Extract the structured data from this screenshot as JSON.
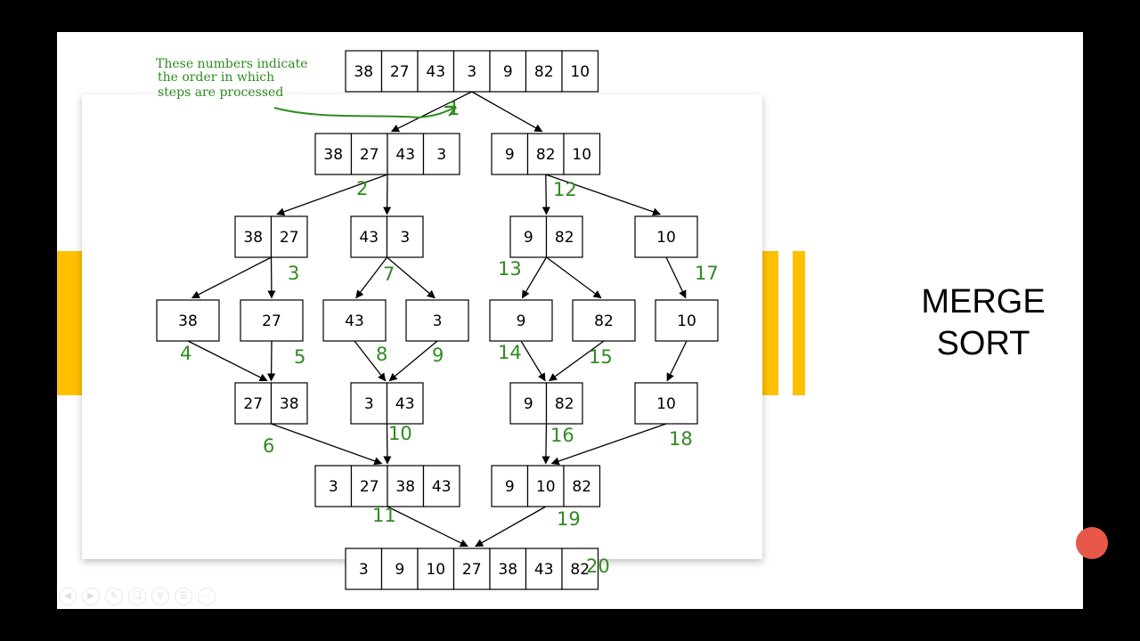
{
  "title": {
    "line1": "MERGE",
    "line2": "SORT"
  },
  "annotation": {
    "lines": [
      "These numbers indicate",
      "the order in which",
      "steps are processed"
    ]
  },
  "diagram": {
    "nodes": [
      {
        "id": "n1",
        "values": [
          "38",
          "27",
          "43",
          "3",
          "9",
          "82",
          "10"
        ],
        "step": "1"
      },
      {
        "id": "n2",
        "values": [
          "38",
          "27",
          "43",
          "3"
        ],
        "step": "2"
      },
      {
        "id": "n12",
        "values": [
          "9",
          "82",
          "10"
        ],
        "step": "12"
      },
      {
        "id": "n3",
        "values": [
          "38",
          "27"
        ],
        "step": "3"
      },
      {
        "id": "n7",
        "values": [
          "43",
          "3"
        ],
        "step": "7"
      },
      {
        "id": "n13",
        "values": [
          "9",
          "82"
        ],
        "step": "13"
      },
      {
        "id": "n17",
        "values": [
          "10"
        ],
        "step": "17"
      },
      {
        "id": "n4",
        "values": [
          "38"
        ],
        "step": "4"
      },
      {
        "id": "n5",
        "values": [
          "27"
        ],
        "step": "5"
      },
      {
        "id": "n8",
        "values": [
          "43"
        ],
        "step": "8"
      },
      {
        "id": "n9",
        "values": [
          "3"
        ],
        "step": "9"
      },
      {
        "id": "n14",
        "values": [
          "9"
        ],
        "step": "14"
      },
      {
        "id": "n15",
        "values": [
          "82"
        ],
        "step": "15"
      },
      {
        "id": "n10a",
        "values": [
          "10"
        ],
        "step": ""
      },
      {
        "id": "n6",
        "values": [
          "27",
          "38"
        ],
        "step": "6"
      },
      {
        "id": "n10",
        "values": [
          "3",
          "43"
        ],
        "step": "10"
      },
      {
        "id": "n16",
        "values": [
          "9",
          "82"
        ],
        "step": "16"
      },
      {
        "id": "n18",
        "values": [
          "10"
        ],
        "step": "18"
      },
      {
        "id": "n11",
        "values": [
          "3",
          "27",
          "38",
          "43"
        ],
        "step": "11"
      },
      {
        "id": "n19",
        "values": [
          "9",
          "10",
          "82"
        ],
        "step": "19"
      },
      {
        "id": "n20",
        "values": [
          "3",
          "9",
          "10",
          "27",
          "38",
          "43",
          "82"
        ],
        "step": "20"
      }
    ],
    "edges": [
      [
        "n1",
        "n2"
      ],
      [
        "n1",
        "n12"
      ],
      [
        "n2",
        "n3"
      ],
      [
        "n2",
        "n7"
      ],
      [
        "n12",
        "n13"
      ],
      [
        "n12",
        "n17"
      ],
      [
        "n3",
        "n4"
      ],
      [
        "n3",
        "n5"
      ],
      [
        "n7",
        "n8"
      ],
      [
        "n7",
        "n9"
      ],
      [
        "n13",
        "n14"
      ],
      [
        "n13",
        "n15"
      ],
      [
        "n17",
        "n10a"
      ],
      [
        "n4",
        "n6"
      ],
      [
        "n5",
        "n6"
      ],
      [
        "n8",
        "n10"
      ],
      [
        "n9",
        "n10"
      ],
      [
        "n14",
        "n16"
      ],
      [
        "n15",
        "n16"
      ],
      [
        "n10a",
        "n18"
      ],
      [
        "n6",
        "n11"
      ],
      [
        "n10",
        "n11"
      ],
      [
        "n16",
        "n19"
      ],
      [
        "n18",
        "n19"
      ],
      [
        "n11",
        "n20"
      ],
      [
        "n19",
        "n20"
      ]
    ]
  },
  "colors": {
    "accent": "#FFC000",
    "annotation": "#2E8B1F",
    "step_label": "#2E8B1F",
    "float_button": "#E8584A"
  },
  "toolbar": {
    "icons": [
      "prev-icon",
      "next-icon",
      "pen-icon",
      "copy-icon",
      "zoom-icon",
      "menu-icon",
      "more-icon"
    ]
  }
}
